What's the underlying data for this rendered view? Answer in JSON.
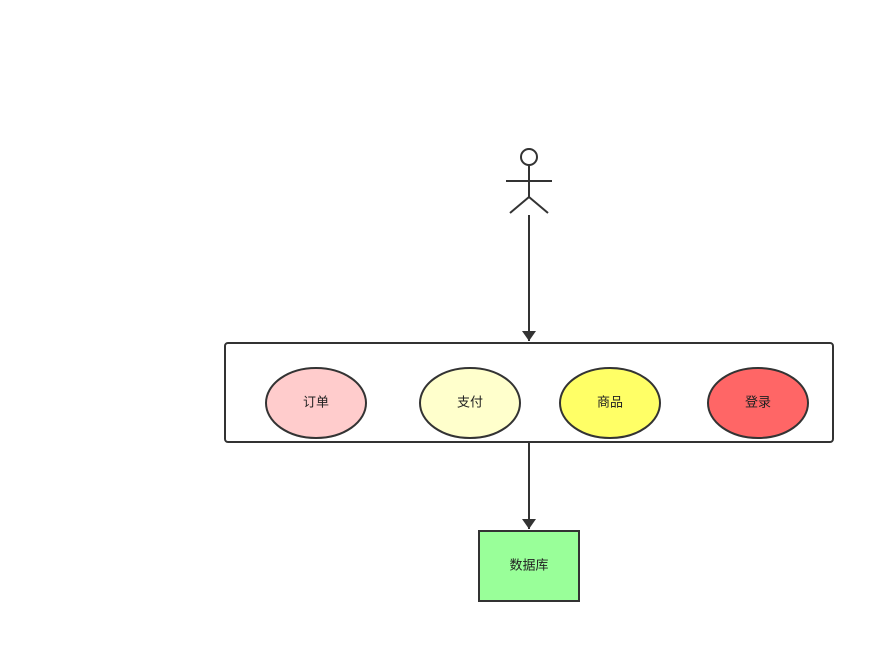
{
  "diagram": {
    "actor": {
      "shape": "stick-figure"
    },
    "services": [
      {
        "label": "订单",
        "color": "#FFCCCC"
      },
      {
        "label": "支付",
        "color": "#FFFFCC"
      },
      {
        "label": "商品",
        "color": "#FFFF66"
      },
      {
        "label": "登录",
        "color": "#FF6666"
      }
    ],
    "database": {
      "label": "数据库",
      "color": "#99FF99"
    },
    "edges": [
      {
        "from": "actor",
        "to": "services"
      },
      {
        "from": "services",
        "to": "database"
      }
    ],
    "stroke_color": "#333333"
  }
}
